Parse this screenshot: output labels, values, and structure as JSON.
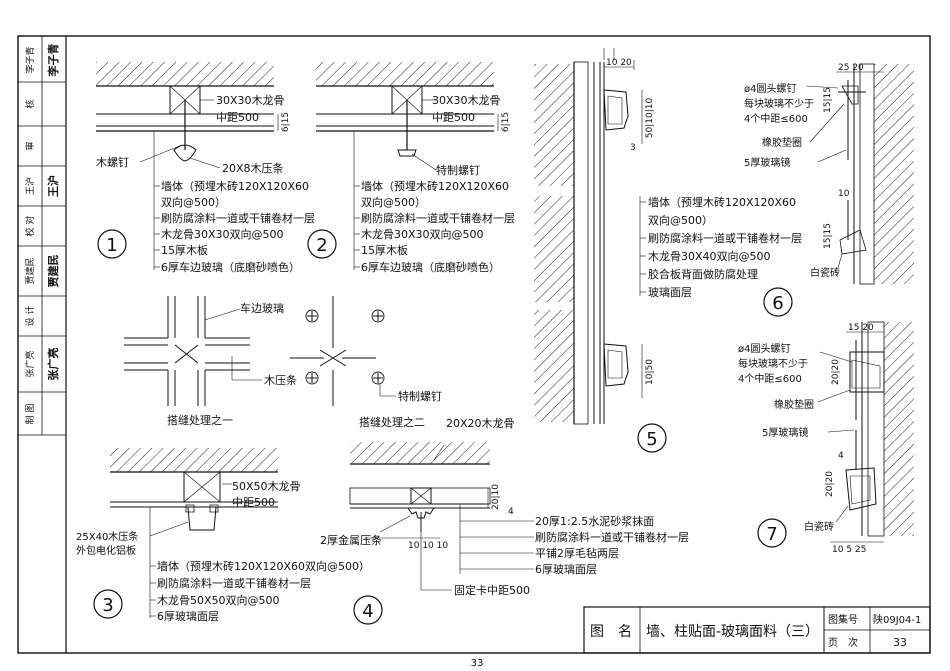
{
  "page_number": "33",
  "title_block": {
    "label_name": "图　名",
    "title": "墙、柱贴面-玻璃面料（三）",
    "atlas_label": "图集号",
    "atlas_no": "陕09J04-1",
    "page_label": "页　次",
    "page_no": "33"
  },
  "sidebar": [
    {
      "role": "李子青",
      "sig": "李子青"
    },
    {
      "role": "核",
      "sig": ""
    },
    {
      "role": "审",
      "sig": ""
    },
    {
      "role": "王沪",
      "sig": "王沪"
    },
    {
      "role": "校 对",
      "sig": ""
    },
    {
      "role": "贾建民",
      "sig": "贾建民"
    },
    {
      "role": "设 计",
      "sig": ""
    },
    {
      "role": "张广亮",
      "sig": "张广亮"
    },
    {
      "role": "制 图",
      "sig": ""
    }
  ],
  "detail1": {
    "num": "1",
    "l1": "30X30木龙骨",
    "l2": "中距500",
    "screw": "木螺钉",
    "strip": "20X8木压条",
    "dims": "6|15",
    "layers": [
      "墙体（预埋木砖120X120X60",
      "双向@500）",
      "刷防腐涂料一道或干铺卷材一层",
      "木龙骨30X30双向@500",
      "15厚木板",
      "6厚车边玻璃（底磨砂喷色）"
    ]
  },
  "detail2": {
    "num": "2",
    "l1": "30X30木龙骨",
    "l2": "中距500",
    "screw": "特制螺钉",
    "dims": "6|15",
    "layers": [
      "墙体（预埋木砖120X120X60",
      "双向@500）",
      "刷防腐涂料一道或干铺卷材一层",
      "木龙骨30X30双向@500",
      "15厚木板",
      "6厚车边玻璃（底磨砂喷色）"
    ]
  },
  "joints": {
    "glass": "车边玻璃",
    "strip": "木压条",
    "screw": "特制螺钉",
    "cap1": "搭缝处理之一",
    "cap2": "搭缝处理之二"
  },
  "detail3": {
    "num": "3",
    "l1": "50X50木龙骨",
    "l2": "中距500",
    "side1": "25X40木压条",
    "side2": "外包电化铝板",
    "layers": [
      "墙体（预埋木砖120X120X60双向@500）",
      "刷防腐涂料一道或干铺卷材一层",
      "木龙骨50X50双向@500",
      "6厚玻璃面层"
    ]
  },
  "detail4": {
    "num": "4",
    "top": "20X20木龙骨",
    "strip": "2厚金属压条",
    "clip": "固定卡中距500",
    "dims": "10 10 10",
    "vdims": "20|10",
    "layers": [
      "20厚1:2.5水泥砂浆抹面",
      "刷防腐涂料一道或干铺卷材一层",
      "平铺2厚毛毡两层",
      "6厚玻璃面层"
    ],
    "d4": "4"
  },
  "detail5": {
    "num": "5",
    "top_dims": "10 20",
    "vdims": "50|10|10",
    "d3": "3",
    "vdims2": "10|50",
    "layers": [
      "墙体（预埋木砖120X120X60",
      "双向@500）",
      "刷防腐涂料一道或干铺卷材一层",
      "木龙骨30X40双向@500",
      "胶合板背面做防腐处理",
      "玻璃面层"
    ]
  },
  "detail6": {
    "num": "6",
    "top_dims": "25 20",
    "screw": "ø4圆头螺钉",
    "screw2": "每块玻璃不少于",
    "screw3": "4个中距≤600",
    "gasket": "橡胶垫圈",
    "glass": "5厚玻璃镜",
    "vd1": "15|15",
    "vd2": "15|15",
    "tile": "白瓷砖",
    "d10": "10"
  },
  "detail7": {
    "num": "7",
    "top_dims": "15 20",
    "screw": "ø4圆头螺钉",
    "screw2": "每块玻璃不少于",
    "screw3": "4个中距≤600",
    "gasket": "橡胶垫圈",
    "glass": "5厚玻璃镜",
    "vd1": "20|20",
    "vd2": "20|20",
    "d4": "4",
    "tile": "白瓷砖",
    "bot_dims": "10 5 25"
  }
}
